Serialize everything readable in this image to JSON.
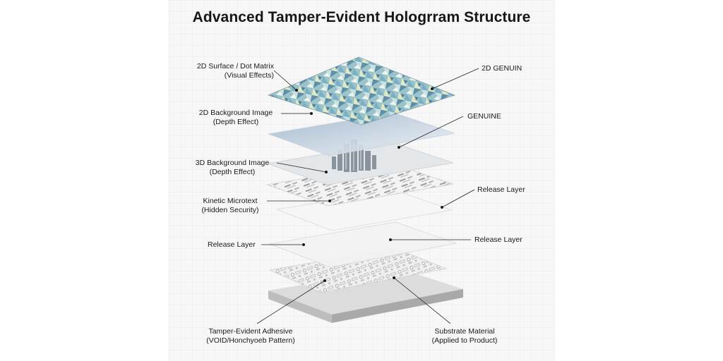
{
  "title": "Advanced Tamper-Evident Hologrram Structure",
  "labels_left": {
    "surface": {
      "line1": "2D Surface / Dot Matrix",
      "line2": "(Visual Effects)"
    },
    "bg2d": {
      "line1": "2D Background Image",
      "line2": "(Depth Effect)"
    },
    "bg3d": {
      "line1": "3D Background Image",
      "line2": "(Depth Effect)"
    },
    "microtext": {
      "line1": "Kinetic Microtext",
      "line2": "(Hidden Security)"
    },
    "release": {
      "line1": "Release Layer"
    },
    "adhesive": {
      "line1": "Tamper-Evident Adhesive",
      "line2": "(VOID/Honchyoeb Pattern)"
    }
  },
  "labels_right": {
    "genuin2d": {
      "line1": "2D GENUIN"
    },
    "genuine": {
      "line1": "GENUINE"
    },
    "release1": {
      "line1": "Release Layer"
    },
    "release2": {
      "line1": "Release Layer"
    },
    "substrate": {
      "line1": "Substrate Material",
      "line2": "(Applied to Product)"
    }
  },
  "colors": {
    "background": "#ffffff",
    "panel": "#f7f7f7",
    "grid": "#e6e6e6",
    "leader": "#222222",
    "holo_a": "#6fa9b8",
    "holo_b": "#b7d3cf",
    "sky_top": "#a9bfd3",
    "sky_bottom": "#e9eef3",
    "substrate": "#d8d8d8"
  }
}
